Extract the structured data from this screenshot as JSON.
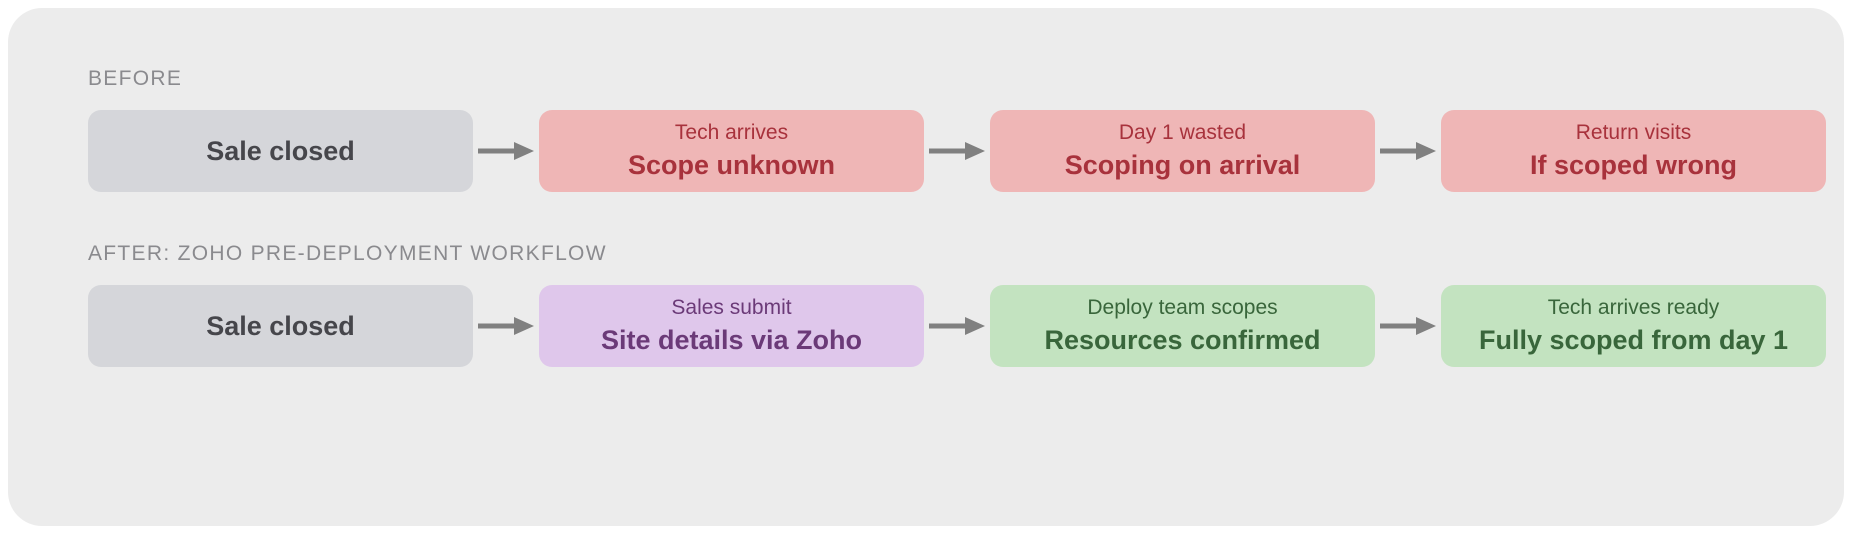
{
  "canvas": {
    "background_color": "#ECECEC",
    "page_background_color": "#FFFFFF"
  },
  "colors": {
    "gray_node": "#D5D6DA",
    "gray_node_text": "#46464B",
    "red_node": "#EFB6B6",
    "red_node_text": "#A8323C",
    "purple_node": "#DFC7EB",
    "purple_node_text": "#6B3A78",
    "green_node": "#C3E3C0",
    "green_node_text": "#39663B",
    "section_label": "#8A8A8E",
    "arrow": "#808080"
  },
  "sections": [
    {
      "label": "BEFORE",
      "nodes": [
        {
          "kind": "start",
          "variant": "gray",
          "single": "Sale closed"
        },
        {
          "kind": "step",
          "variant": "red",
          "title": "Tech arrives",
          "sub": "Scope unknown"
        },
        {
          "kind": "step",
          "variant": "red",
          "title": "Day 1 wasted",
          "sub": "Scoping on arrival"
        },
        {
          "kind": "step",
          "variant": "red",
          "title": "Return visits",
          "sub": "If scoped wrong"
        }
      ]
    },
    {
      "label": "AFTER: ZOHO PRE-DEPLOYMENT WORKFLOW",
      "nodes": [
        {
          "kind": "start",
          "variant": "gray",
          "single": "Sale closed"
        },
        {
          "kind": "step",
          "variant": "purple",
          "title": "Sales submit",
          "sub": "Site details via Zoho"
        },
        {
          "kind": "step",
          "variant": "green",
          "title": "Deploy team scopes",
          "sub": "Resources confirmed"
        },
        {
          "kind": "step",
          "variant": "green",
          "title": "Tech arrives ready",
          "sub": "Fully scoped from day 1"
        }
      ]
    }
  ]
}
